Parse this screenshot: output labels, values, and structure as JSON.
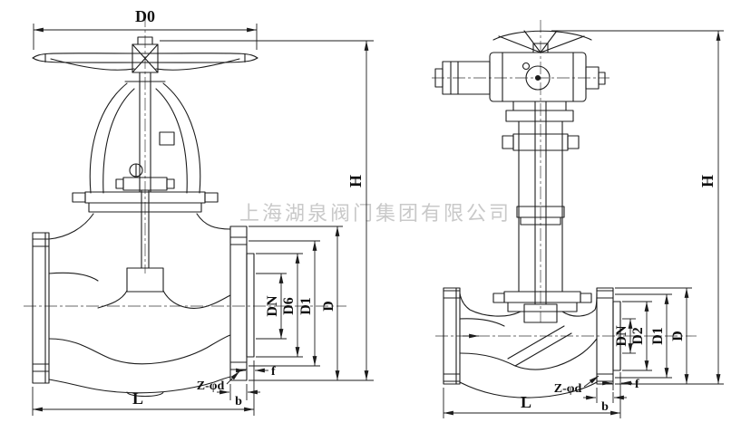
{
  "watermark": "上海湖泉阀门集团有限公司",
  "manual_valve": {
    "dim_labels": {
      "d0": "D0",
      "h": "H",
      "dn": "DN",
      "d6": "D6",
      "d1": "D1",
      "d": "D",
      "l": "L",
      "z": "Z-φd",
      "f": "f",
      "b": "b"
    }
  },
  "electric_valve": {
    "dim_labels": {
      "h": "H",
      "dn": "DN",
      "d2": "D2",
      "d1": "D1",
      "d": "D",
      "l": "L",
      "z": "Z-φd",
      "f": "f",
      "b": "b"
    }
  },
  "colors": {
    "line": "#1c1c1c",
    "watermark": "#c9c9c9",
    "background": "#ffffff"
  }
}
